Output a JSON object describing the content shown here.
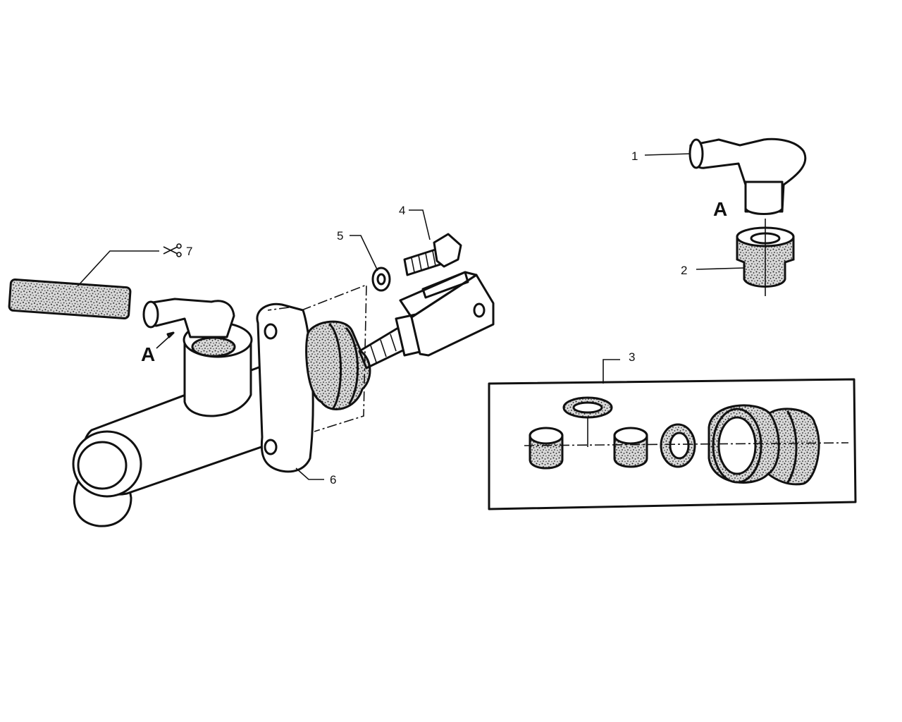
{
  "labels": {
    "p1": "1",
    "p2": "2",
    "p3": "3",
    "p4": "4",
    "p5": "5",
    "p6": "6",
    "p7": "7",
    "detail_a_main": "A",
    "detail_a_inset": "A"
  },
  "icons": {
    "cut_to_length": "scissors-icon"
  },
  "colors": {
    "ink": "#111111",
    "paper": "#ffffff"
  }
}
